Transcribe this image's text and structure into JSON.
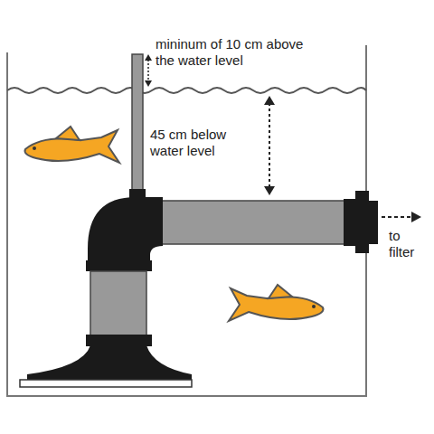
{
  "diagram": {
    "labels": [
      "mininum of 10 cm above the water level",
      "45 cm below water level",
      "to filter"
    ]
  }
}
